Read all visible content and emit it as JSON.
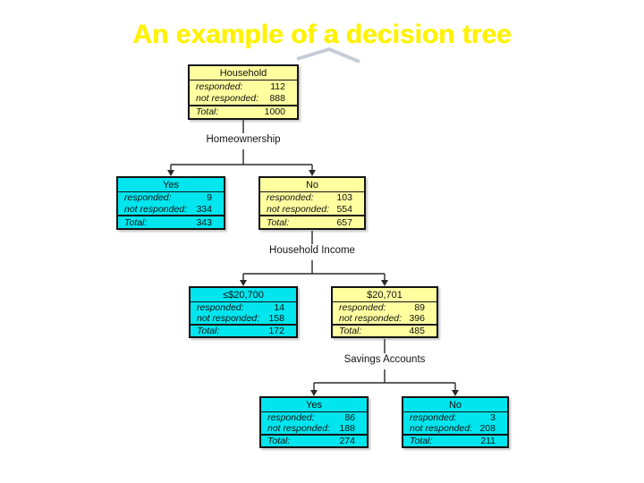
{
  "slide": {
    "title": "An example of a decision tree",
    "title_color": "#fff200",
    "background_color": "#ffffff"
  },
  "decoration": {
    "chevron_color": "#c6cbd8",
    "connector_color": "#2a2a2a",
    "yellow_fill": "#ffffa0",
    "cyan_fill": "#00e5ee"
  },
  "row_labels": {
    "responded": "responded:",
    "not_responded": "not responded:",
    "total": "Total:"
  },
  "branch_labels": [
    {
      "text": "Homeownership"
    },
    {
      "text": "Household Income"
    },
    {
      "text": "Savings Accounts"
    }
  ],
  "nodes": [
    {
      "id": "root",
      "title": "Household",
      "fill": "#ffffa0",
      "responded": "112",
      "not_responded": "888",
      "total": "1000"
    },
    {
      "id": "homeowner-yes",
      "title": "Yes",
      "fill": "#00e5ee",
      "responded": "9",
      "not_responded": "334",
      "total": "343"
    },
    {
      "id": "homeowner-no",
      "title": "No",
      "fill": "#ffffa0",
      "responded": "103",
      "not_responded": "554",
      "total": "657"
    },
    {
      "id": "income-le-20700",
      "title": "≤$20,700",
      "fill": "#00e5ee",
      "responded": "14",
      "not_responded": "158",
      "total": "172"
    },
    {
      "id": "income-ge-20701",
      "title": "$20,701",
      "fill": "#ffffa0",
      "responded": "89",
      "not_responded": "396",
      "total": "485"
    },
    {
      "id": "savings-yes",
      "title": "Yes",
      "fill": "#00e5ee",
      "responded": "86",
      "not_responded": "188",
      "total": "274"
    },
    {
      "id": "savings-no",
      "title": "No",
      "fill": "#00e5ee",
      "responded": "3",
      "not_responded": "208",
      "total": "211"
    }
  ]
}
